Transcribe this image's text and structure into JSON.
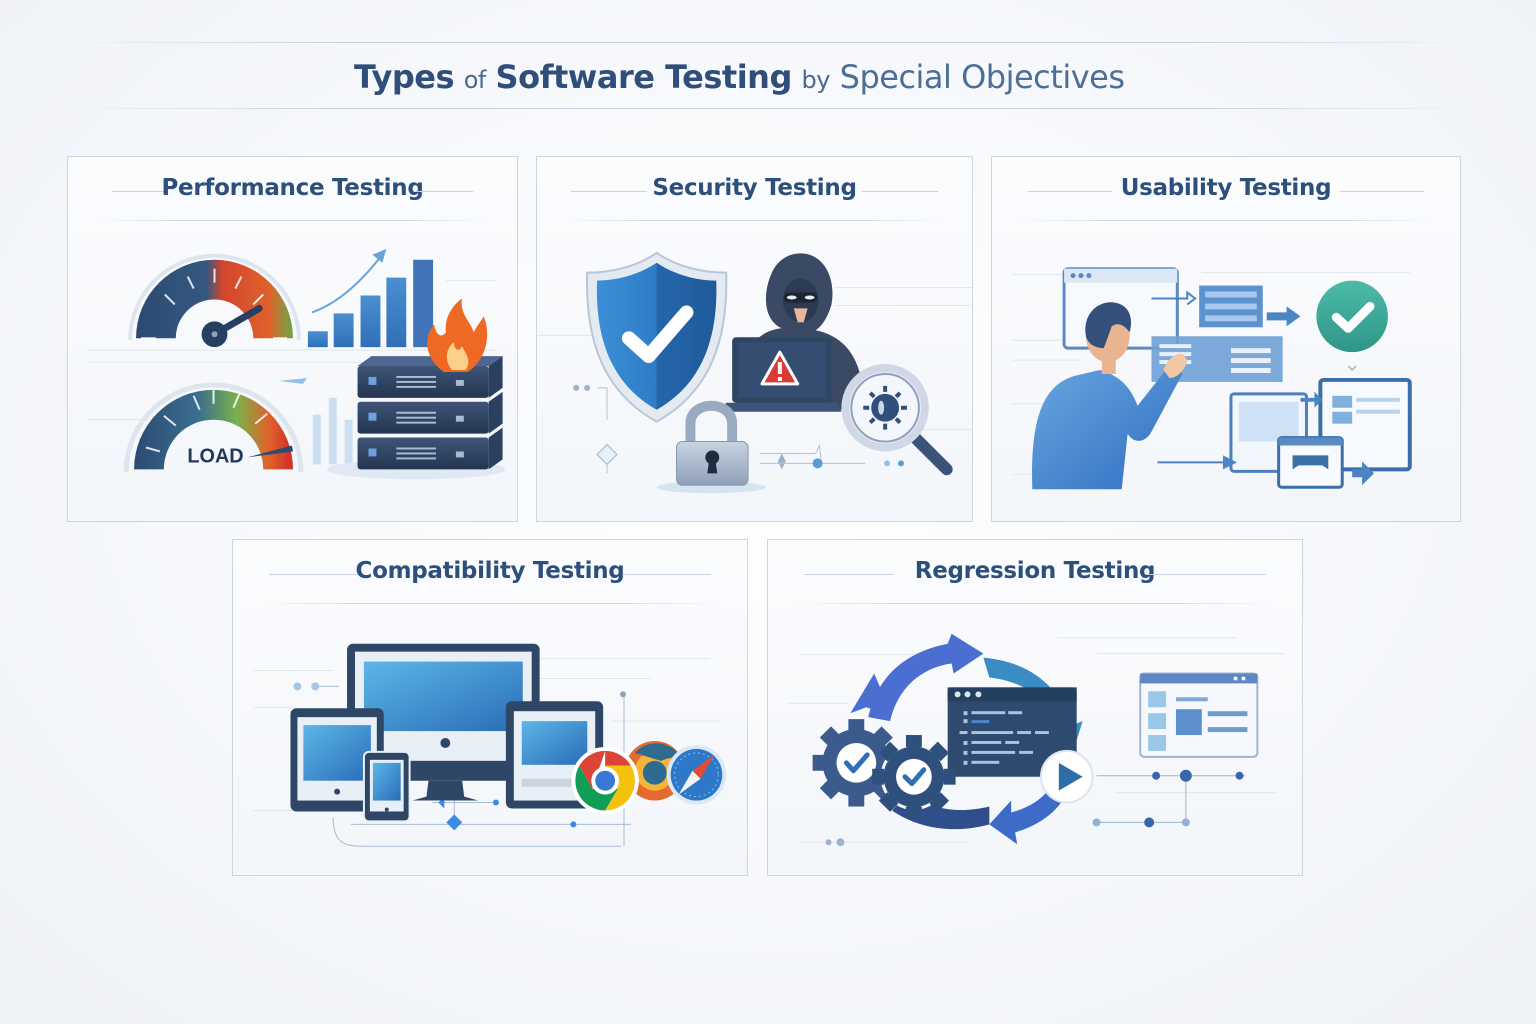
{
  "header": {
    "title_parts": [
      "Types",
      "of",
      "Software Testing",
      "by",
      "Special Objectives"
    ],
    "title_full": "Types of Software Testing by Special Objectives"
  },
  "colors": {
    "title_text": "#2f4f7a",
    "card_border": "#cdd5e0",
    "primary_blue": "#2f6fb8",
    "navy": "#2c4668",
    "success_teal": "#3ea99a",
    "warning_red": "#d83a34",
    "flame_orange": "#f07a2a"
  },
  "cards": [
    {
      "title": "Performance Testing",
      "icons": [
        "speedometer-gauge-icon",
        "bar-chart-growth-icon",
        "load-gauge-icon",
        "server-stack-icon",
        "fire-icon"
      ],
      "labels": {
        "gauge_label": "LOAD"
      }
    },
    {
      "title": "Security Testing",
      "icons": [
        "shield-check-icon",
        "hacker-icon",
        "laptop-warning-icon",
        "magnifier-bug-icon",
        "padlock-icon"
      ]
    },
    {
      "title": "Usability Testing",
      "icons": [
        "user-figure-icon",
        "browser-window-icon",
        "form-panel-icon",
        "check-circle-icon",
        "screen-flow-icon"
      ]
    },
    {
      "title": "Compatibility Testing",
      "icons": [
        "desktop-monitor-icon",
        "tablet-icon",
        "phone-icon",
        "tablet-landscape-icon",
        "chrome-browser-icon",
        "firefox-browser-icon",
        "safari-browser-icon"
      ]
    },
    {
      "title": "Regression Testing",
      "icons": [
        "cycle-arrows-icon",
        "gear-check-icon",
        "code-window-icon",
        "play-button-icon",
        "dashboard-window-icon"
      ]
    }
  ]
}
